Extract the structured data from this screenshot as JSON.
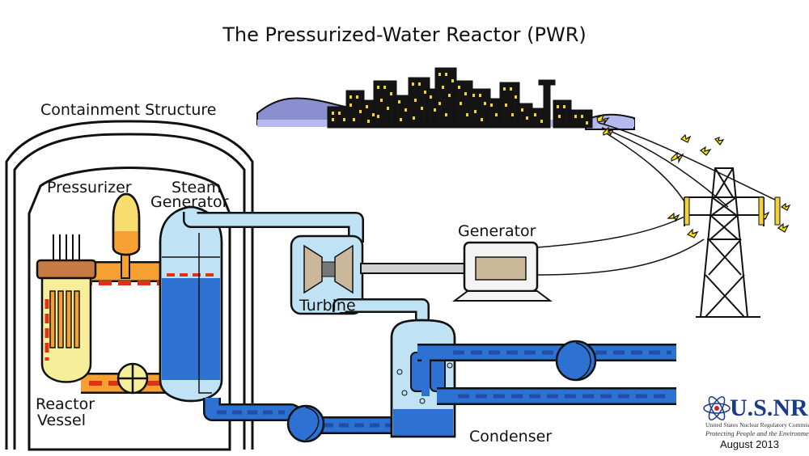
{
  "title": "The Pressurized-Water Reactor (PWR)",
  "labels": {
    "containment": "Containment Structure",
    "pressurizer": "Pressurizer",
    "steam_gen_1": "Steam",
    "steam_gen_2": "Generator",
    "generator": "Generator",
    "turbine": "Turbine",
    "reactor_1": "Reactor",
    "reactor_2": "Vessel",
    "condenser": "Condenser"
  },
  "logo": {
    "main": "U.S.NRC",
    "sub": "United States Nuclear Regulatory Commission",
    "tagline": "Protecting People and the Environment",
    "date": "August 2013"
  },
  "colors": {
    "outline": "#111111",
    "steam_light": "#bfe3f5",
    "water_blue": "#2d72d2",
    "water_dark": "#1f4fa8",
    "primary_red": "#e03018",
    "primary_orange": "#f5a030",
    "primary_yellow": "#f7ee9a",
    "city_black": "#141414",
    "window_yellow": "#f1d23a",
    "hills": "#8a8fd0",
    "spark": "#ffe600"
  }
}
